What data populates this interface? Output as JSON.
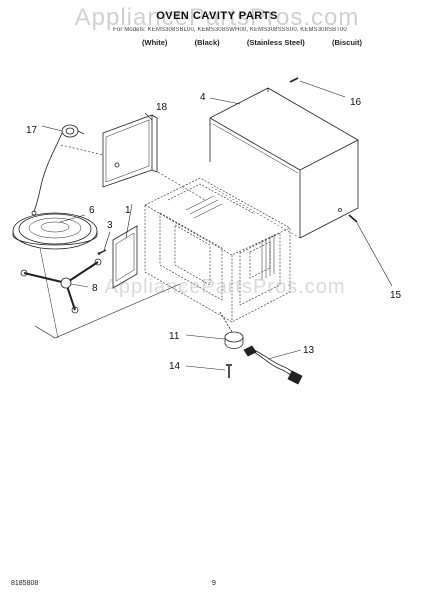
{
  "header": {
    "watermark": "AppliancePartsPros.com",
    "title": "OVEN CAVITY PARTS",
    "subtitle": "For Models: KEMS308SBL00, KEMS308SWH00, KEMS308SSS00, KEMS308SBT00",
    "variants": [
      "(White)",
      "(Black)",
      "(Stainless Steel)",
      "(Biscuit)"
    ]
  },
  "watermark_mid": "AppliancePartsPros.com",
  "callouts": [
    "1",
    "3",
    "4",
    "6",
    "8",
    "11",
    "13",
    "14",
    "15",
    "16",
    "17",
    "18"
  ],
  "footer": {
    "code": "8185808",
    "page": "9"
  }
}
